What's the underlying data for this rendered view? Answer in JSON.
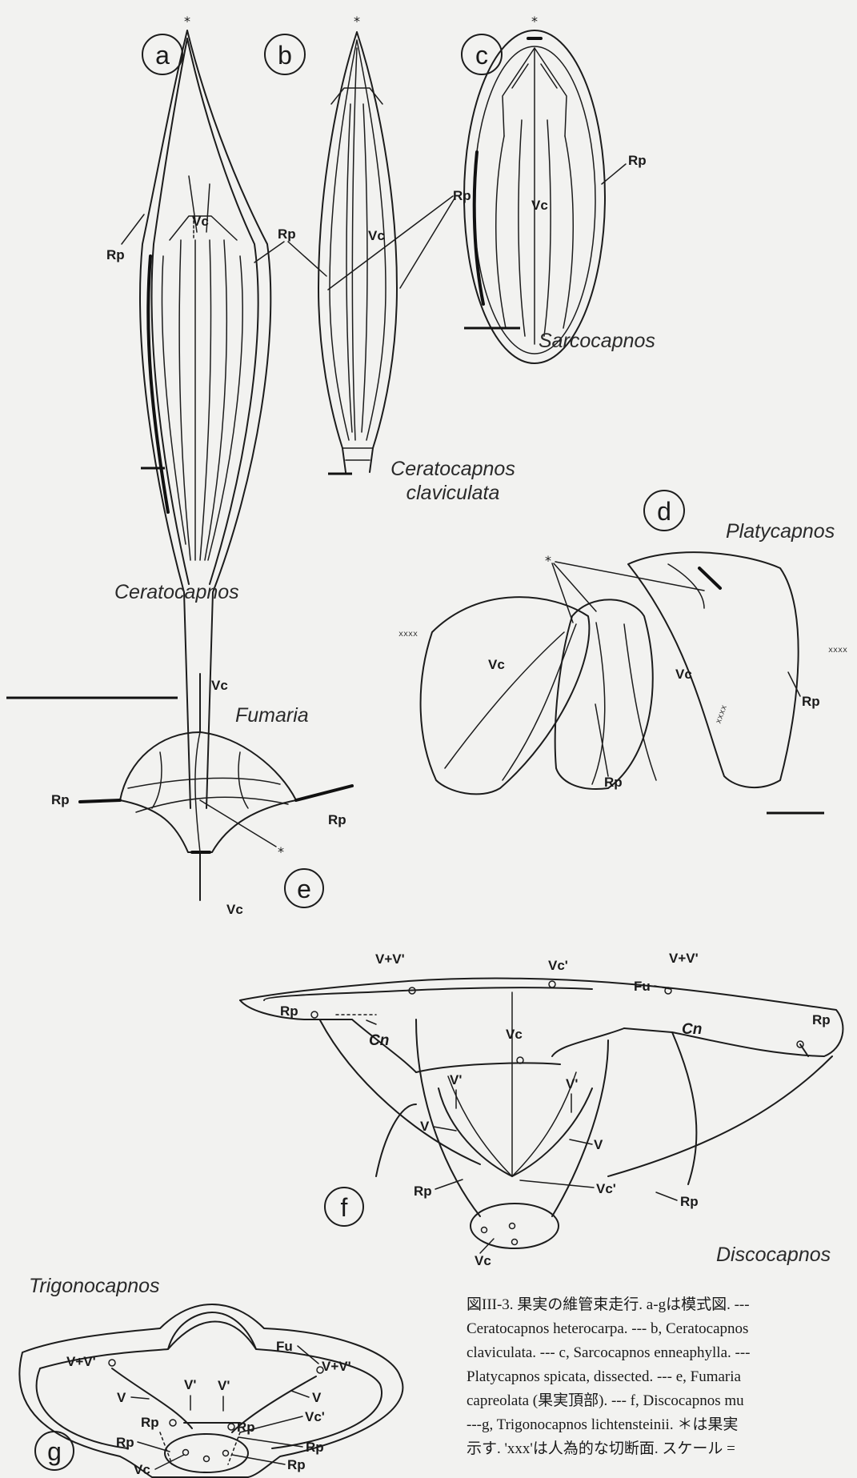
{
  "panels": {
    "a": {
      "letter": "a",
      "genus": "Ceratocapnos"
    },
    "b": {
      "letter": "b",
      "genus_line1": "Ceratocapnos",
      "genus_line2": "claviculata"
    },
    "c": {
      "letter": "c",
      "genus": "Sarcocapnos"
    },
    "d": {
      "letter": "d",
      "genus": "Platycapnos"
    },
    "e": {
      "letter": "e",
      "genus": "Fumaria"
    },
    "f": {
      "letter": "f",
      "genus": "Discocapnos"
    },
    "g": {
      "letter": "g",
      "genus": "Trigonocapnos"
    }
  },
  "labels": {
    "rp": "Rp",
    "vc": "Vc",
    "vc_prime": "Vc'",
    "v": "V",
    "v_prime": "V'",
    "v_plus_v_prime": "V+V'",
    "fu": "Fu",
    "cn": "Cn",
    "star": "*",
    "cut": "xxxx"
  },
  "caption": {
    "lines": [
      "図III-3. 果実の維管束走行. a-gは模式図. ---",
      "Ceratocapnos heterocarpa. --- b, Ceratocapnos",
      "claviculata. --- c, Sarcocapnos enneaphylla. ---",
      "Platycapnos spicata, dissected. --- e, Fumaria",
      "capreolata (果実頂部). --- f, Discocapnos mu",
      "---g, Trigonocapnos lichtensteinii. ＊は果実",
      "示す. 'xxx'は人為的な切断面. スケール ="
    ]
  },
  "colors": {
    "ink": "#1c1c1c",
    "paper": "#f2f2f0"
  }
}
